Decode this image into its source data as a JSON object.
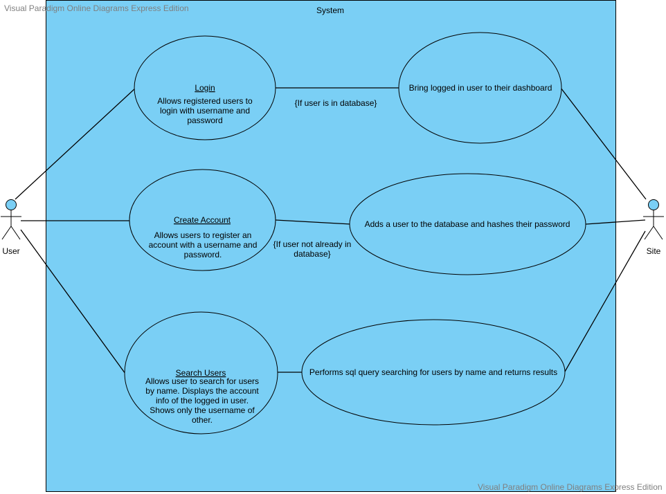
{
  "watermark": {
    "text": "Visual Paradigm Online Diagrams Express Edition"
  },
  "system": {
    "title": "System"
  },
  "actors": {
    "user": {
      "label": "User"
    },
    "site": {
      "label": "Site"
    }
  },
  "use_cases": {
    "login": {
      "title": "Login",
      "description": [
        "Allows registered users to",
        "login with username and",
        "password"
      ]
    },
    "create_account": {
      "title": "Create Account",
      "description": [
        "Allows users to register an",
        "account with a username and",
        "password."
      ]
    },
    "search_users": {
      "title": "Search Users",
      "description": [
        "Allows user to search for users",
        "by name. Displays the account",
        "info of the logged in user.",
        "Shows only the username of",
        "other."
      ]
    },
    "dashboard": {
      "text": "Bring logged in user to their dashboard"
    },
    "add_user": {
      "text": "Adds a user to the database and hashes their password"
    },
    "sql_query": {
      "text": "Performs sql query searching for users by name and returns results"
    }
  },
  "conditions": {
    "in_database": "{If user is in database}",
    "not_in_database": [
      "{If user not already in",
      "database}"
    ]
  },
  "colors": {
    "system_fill": "#7ACFF5",
    "stroke": "#000000",
    "watermark": "#7f7f7f"
  }
}
